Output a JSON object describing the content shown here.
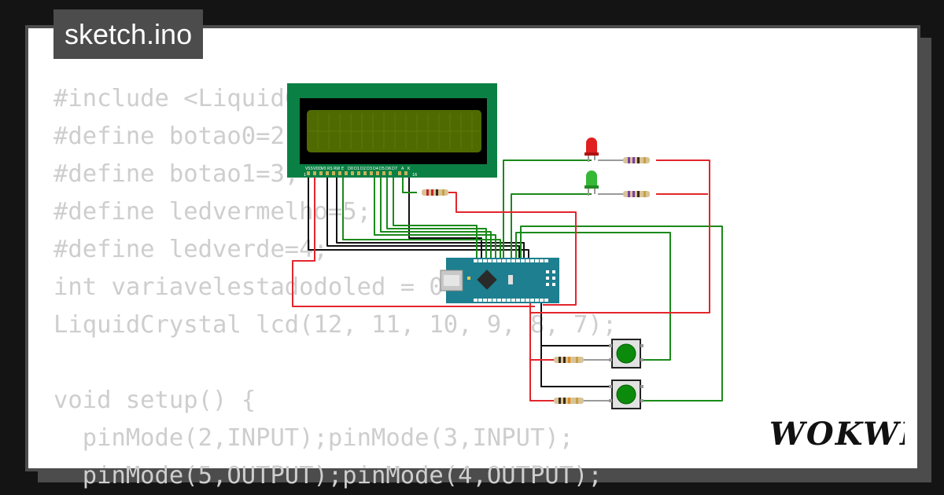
{
  "tab": {
    "title": "sketch.ino"
  },
  "code": {
    "lines": [
      "#include <LiquidCrystal.h>",
      "#define botao0=2;",
      "#define botao1=3;",
      "#define ledvermelho=5;",
      "#define ledverde=4;",
      "int variavelestadodoled = 0;",
      "LiquidCrystal lcd(12, 11, 10, 9, 8, 7);",
      "",
      "void setup() {",
      "  pinMode(2,INPUT);pinMode(3,INPUT);",
      "  pinMode(5,OUTPUT);pinMode(4,OUTPUT);"
    ]
  },
  "lcd": {
    "pin_labels": [
      "VSS",
      "VDD",
      "V0",
      "RS",
      "RW",
      "E",
      "D0",
      "D1",
      "D2",
      "D3",
      "D4",
      "D5",
      "D6",
      "D7",
      "A",
      "K"
    ],
    "pin_first": "1",
    "pin_last": "16"
  },
  "brand": {
    "logo": "WOKWI"
  },
  "colors": {
    "wire_red": "#e3262b",
    "wire_green": "#1a8a1a",
    "wire_black": "#111111",
    "lcd_board": "#0b8044",
    "lcd_screen": "#4f6a00",
    "arduino_board": "#1d7f8f",
    "button_cap": "#0b8a0b"
  },
  "icons": [
    "led-red-icon",
    "led-green-icon",
    "resistor-icon",
    "push-button-icon",
    "chip-icon",
    "usb-port-icon"
  ]
}
